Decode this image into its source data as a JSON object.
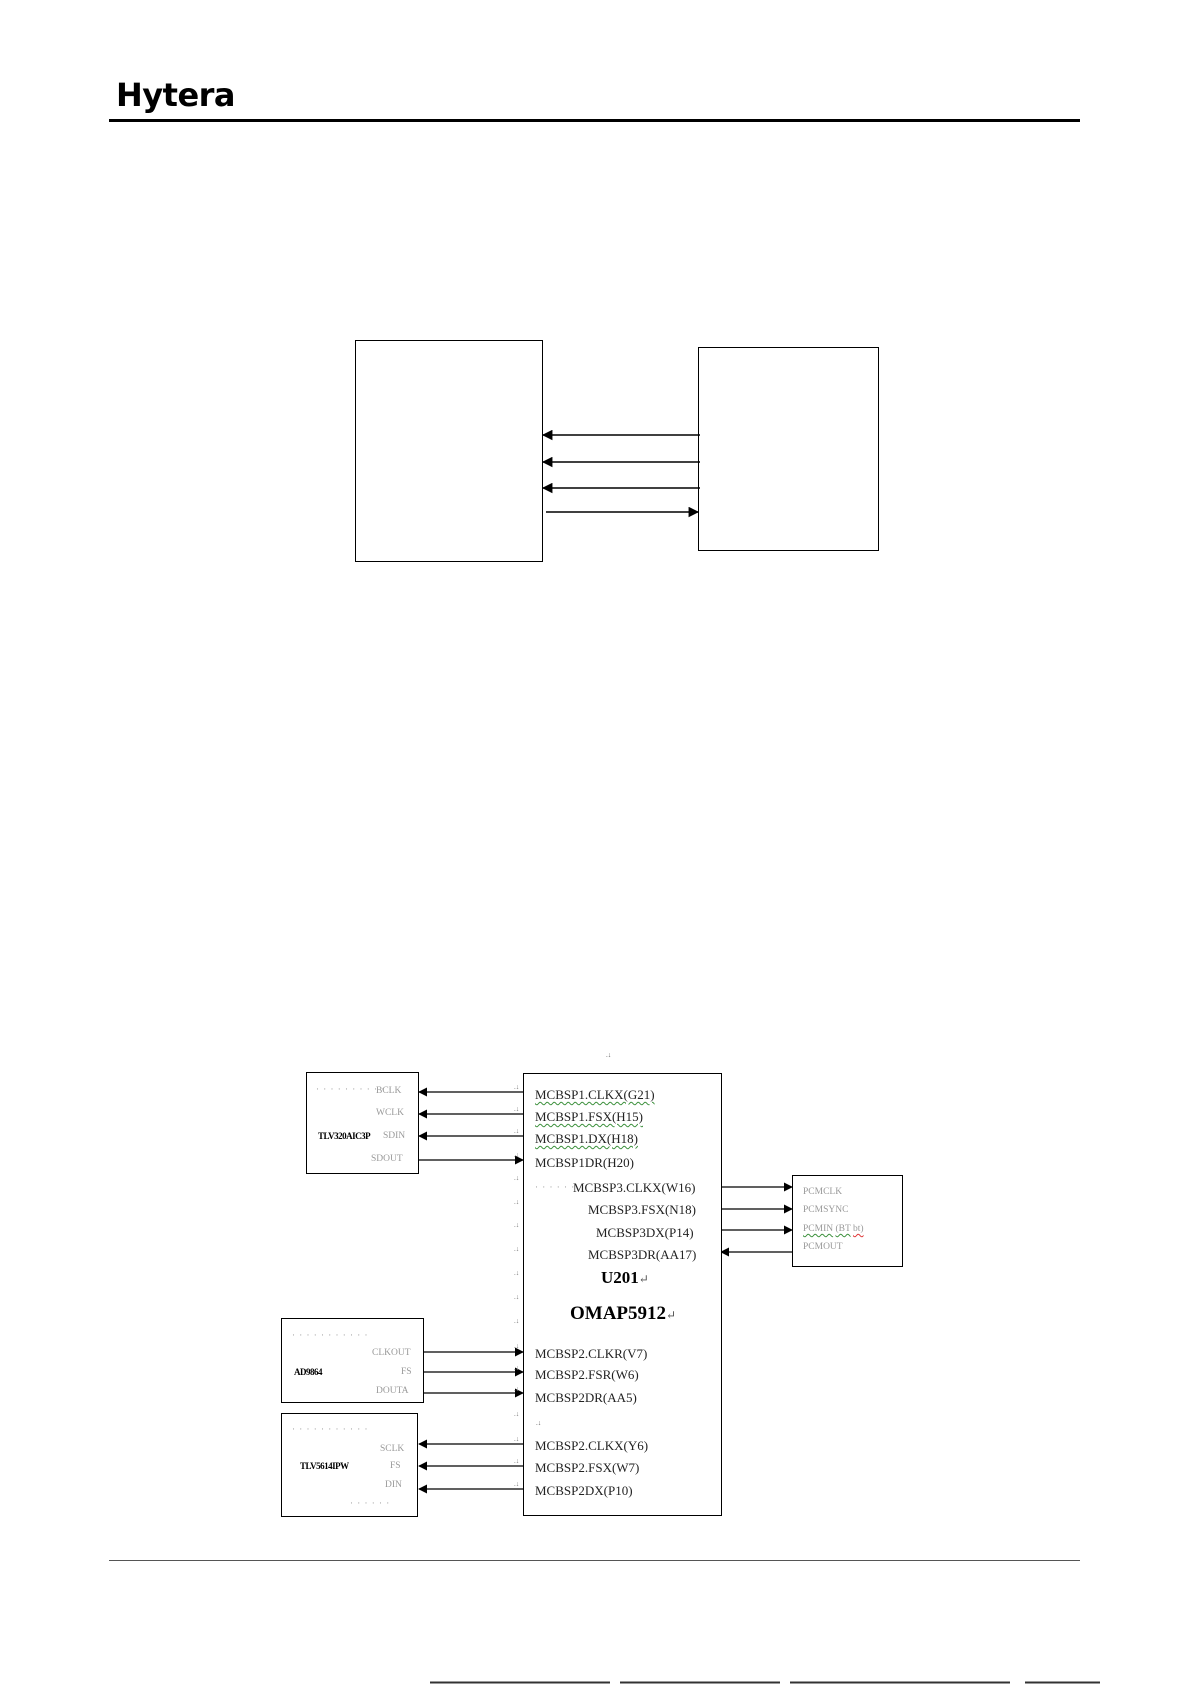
{
  "header": {
    "logo": "Hytera"
  },
  "diagram2": {
    "top_mark": ".↓",
    "left_block_1": {
      "chip": "TLV320AIC3P",
      "pins": [
        "BCLK",
        "WCLK",
        "SDIN",
        "SDOUT"
      ],
      "dots": "· · · · · · · · · · ·"
    },
    "left_block_2": {
      "chip": "AD9864",
      "pins": [
        "CLKOUT",
        "FS",
        "DOUTA"
      ],
      "dots": "· · · · · · · · · · ·"
    },
    "left_block_3": {
      "chip": "TLV5614IPW",
      "pins": [
        "SCLK",
        "FS",
        "DIN"
      ],
      "dots": "· · · · · · · · · · ·",
      "dots_bottom": "· · · · · ·"
    },
    "right_block": {
      "pins": [
        "PCMCLK",
        "PCMSYNC",
        "PCMIN",
        "PCMOUT"
      ],
      "pcmin_suffix": "(BT",
      "pcmin_suffix2": "bt)"
    },
    "main": {
      "mcbsp1": [
        "MCBSP1.CLKX(G21)",
        "MCBSP1.FSX(H15)",
        "MCBSP1.DX(H18)",
        "MCBSP1DR(H20)"
      ],
      "mcbsp3": [
        "MCBSP3.CLKX(W16)",
        "MCBSP3.FSX(N18)",
        "MCBSP3DX(P14)",
        "MCBSP3DR(AA17)"
      ],
      "mcbsp3_dots": "· · · · · ·",
      "ref": "U201",
      "part": "OMAP5912",
      "mcbsp2_rx": [
        "MCBSP2.CLKR(V7)",
        "MCBSP2.FSR(W6)",
        "MCBSP2DR(AA5)"
      ],
      "mcbsp2_tx": [
        "MCBSP2.CLKX(Y6)",
        "MCBSP2.FSX(W7)",
        "MCBSP2DX(P10)"
      ],
      "para_mark": "↵",
      "small_mark": "↓",
      "left_mark": ".↓",
      "gap_mark": ".↓"
    }
  },
  "colors": {
    "line": "#000000",
    "faint": "#999999",
    "wavy": "#3a8f3a"
  }
}
